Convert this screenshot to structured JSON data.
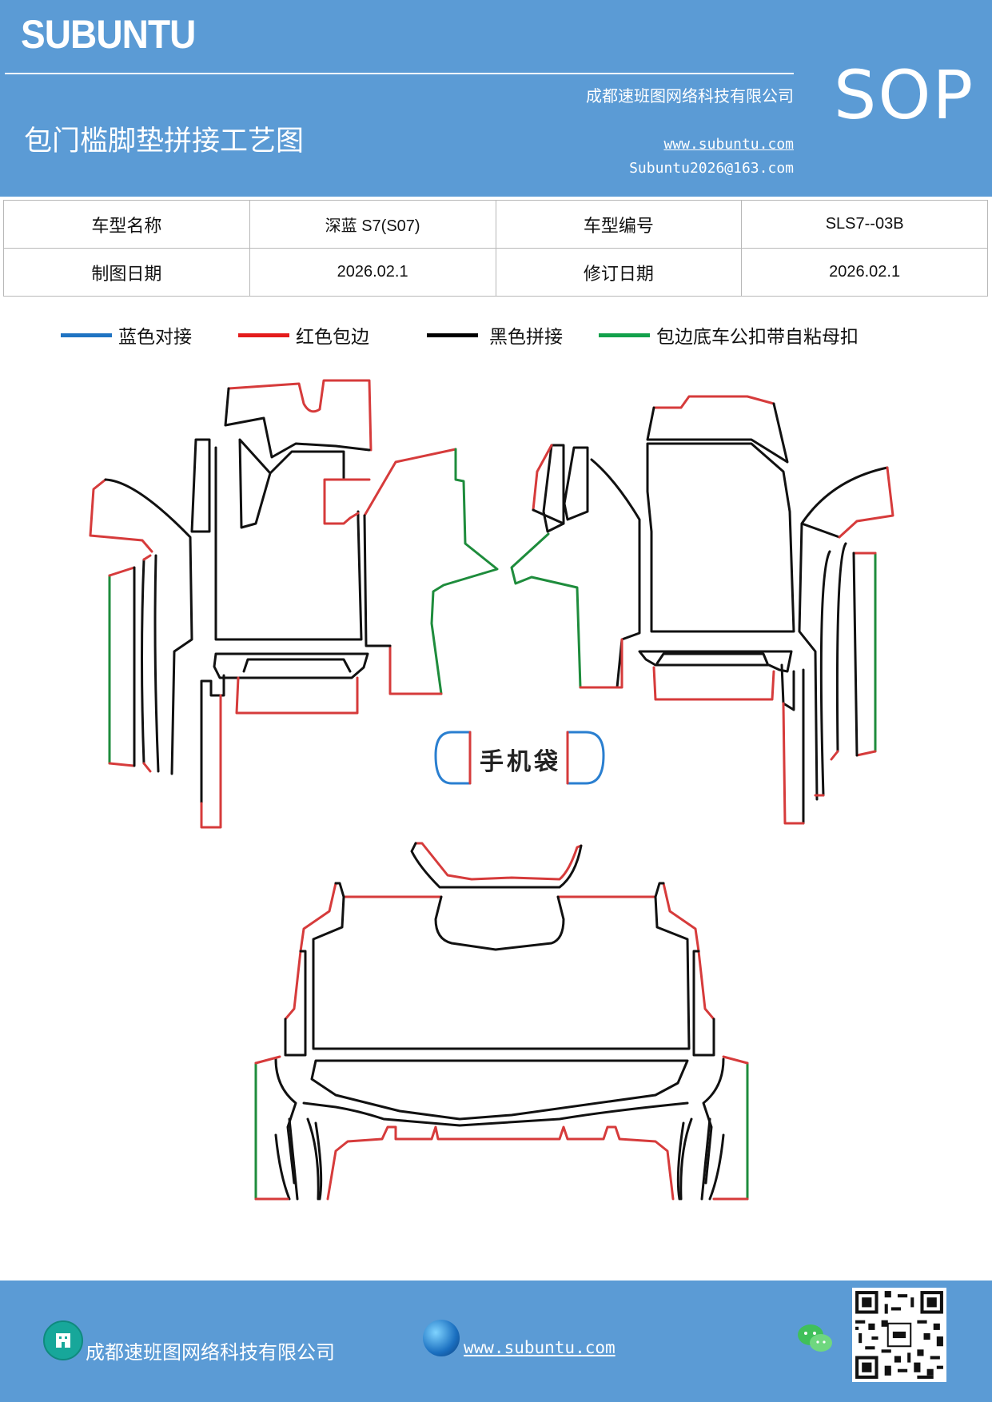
{
  "header": {
    "brand": "SUBUNTU",
    "company": "成都速班图网络科技有限公司",
    "title": "包门槛脚垫拼接工艺图",
    "website": "www.subuntu.com",
    "email": "Subuntu2026@163.com",
    "badge": "SOP"
  },
  "info_table": {
    "rows": [
      [
        {
          "text": "车型名称",
          "kind": "label"
        },
        {
          "text": "深蓝 S7(S07)",
          "kind": "value"
        },
        {
          "text": "车型编号",
          "kind": "label"
        },
        {
          "text": "SLS7--03B",
          "kind": "value"
        }
      ],
      [
        {
          "text": "制图日期",
          "kind": "label"
        },
        {
          "text": "2026.02.1",
          "kind": "value"
        },
        {
          "text": "修订日期",
          "kind": "label"
        },
        {
          "text": "2026.02.1",
          "kind": "value"
        }
      ]
    ]
  },
  "legend": [
    {
      "label": "蓝色对接",
      "color": "#1f73c2"
    },
    {
      "label": "红色包边",
      "color": "#e41c1c"
    },
    {
      "label": "黑色拼接",
      "color": "#000000"
    },
    {
      "label": "包边底车公扣带自粘母扣",
      "color": "#12a14b"
    }
  ],
  "diagram": {
    "phone_bag_label": "手机袋",
    "stroke_colors": {
      "black": "#111111",
      "red": "#d63b3b",
      "green": "#1e8c3c",
      "blue": "#2a7fd0"
    }
  },
  "footer": {
    "company": "成都速班图网络科技有限公司",
    "website": "www.subuntu.com ",
    "icons": [
      "building-icon",
      "globe-icon",
      "wechat-icon",
      "qr-code"
    ]
  }
}
